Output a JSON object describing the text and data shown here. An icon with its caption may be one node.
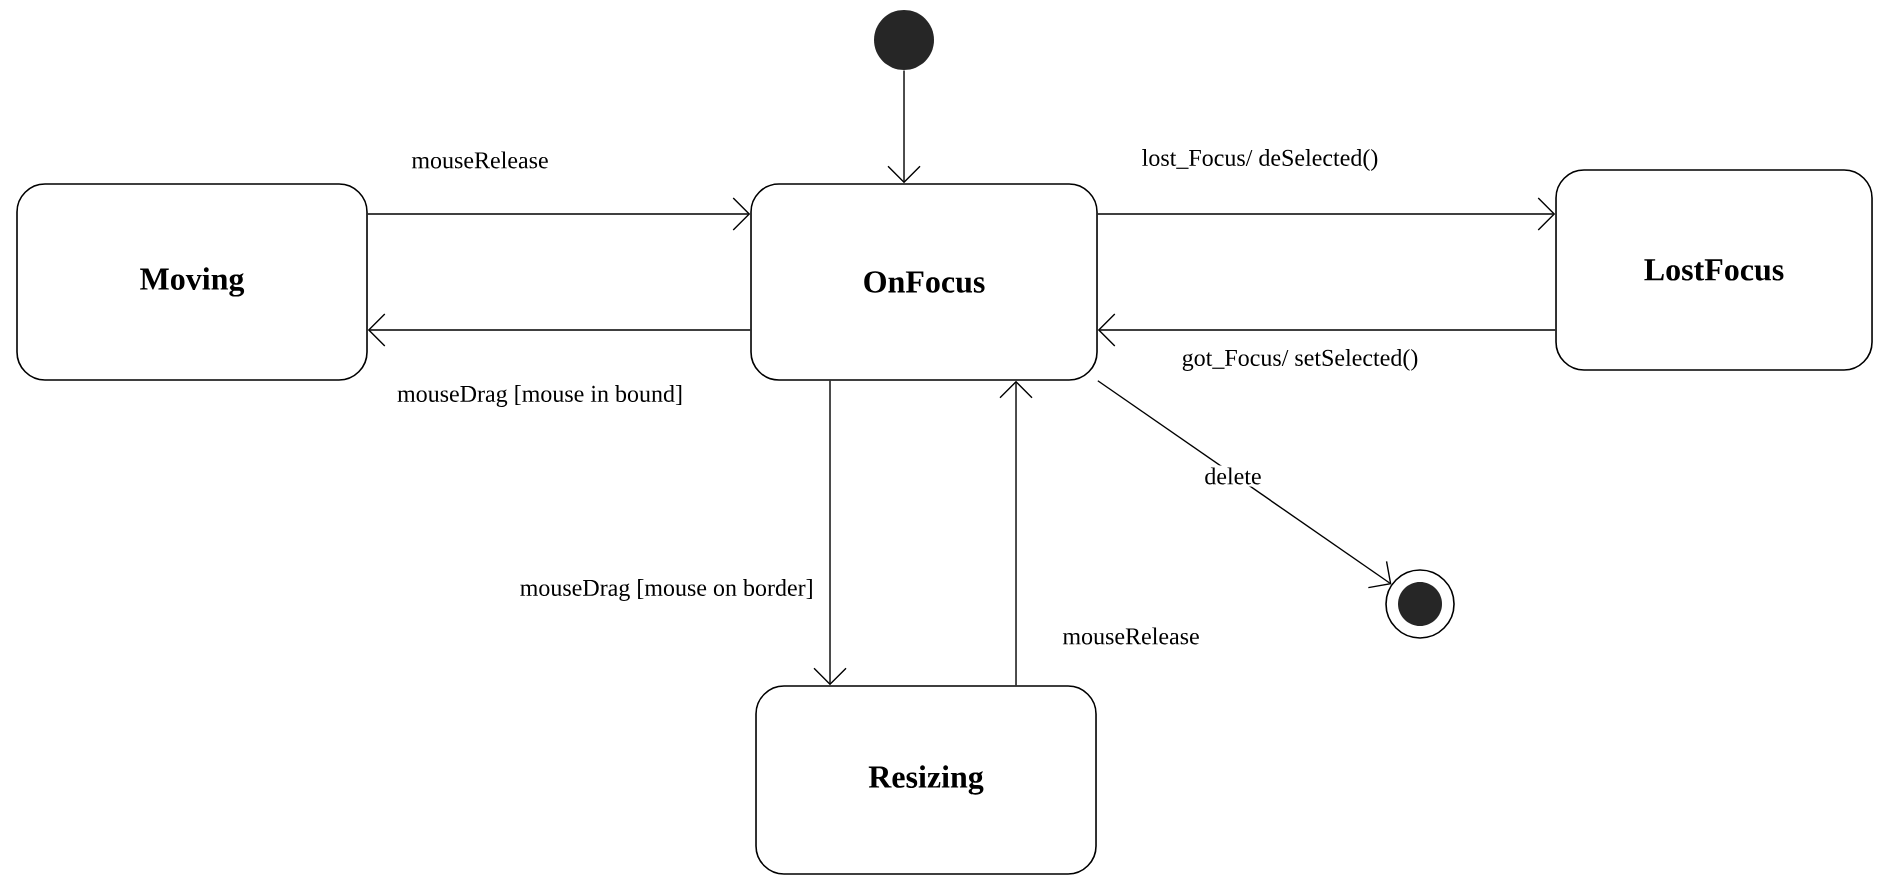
{
  "diagram": {
    "nodes": [
      {
        "text": [],
        "shape": "circle"
      },
      {
        "text": [
          "Moving"
        ]
      },
      {
        "text": [
          "OnFocus"
        ]
      },
      {
        "text": [
          "LostFocus"
        ]
      },
      {
        "text": [
          "Resizing"
        ]
      },
      {
        "text": [],
        "shape": "circle"
      }
    ],
    "edges": [
      {
        "from": 0,
        "to": 2,
        "arrow": "to"
      },
      {
        "from": 1,
        "to": 2,
        "arrow": "to",
        "label": "mouseRelease"
      },
      {
        "from": 2,
        "to": 1,
        "arrow": "to",
        "label": "mouseDrag [mouse in bound]"
      },
      {
        "from": 2,
        "to": 3,
        "arrow": "to",
        "label": "lost_Focus/ deSelected()"
      },
      {
        "from": 3,
        "to": 2,
        "arrow": "to",
        "label": "got_Focus/ setSelected()"
      },
      {
        "from": 2,
        "to": 4,
        "arrow": "to",
        "label": "mouseDrag [mouse on border]"
      },
      {
        "from": 4,
        "to": 2,
        "arrow": "to",
        "label": "mouseRelease"
      },
      {
        "from": 2,
        "to": 5,
        "arrow": "to",
        "label": "delete"
      }
    ]
  }
}
